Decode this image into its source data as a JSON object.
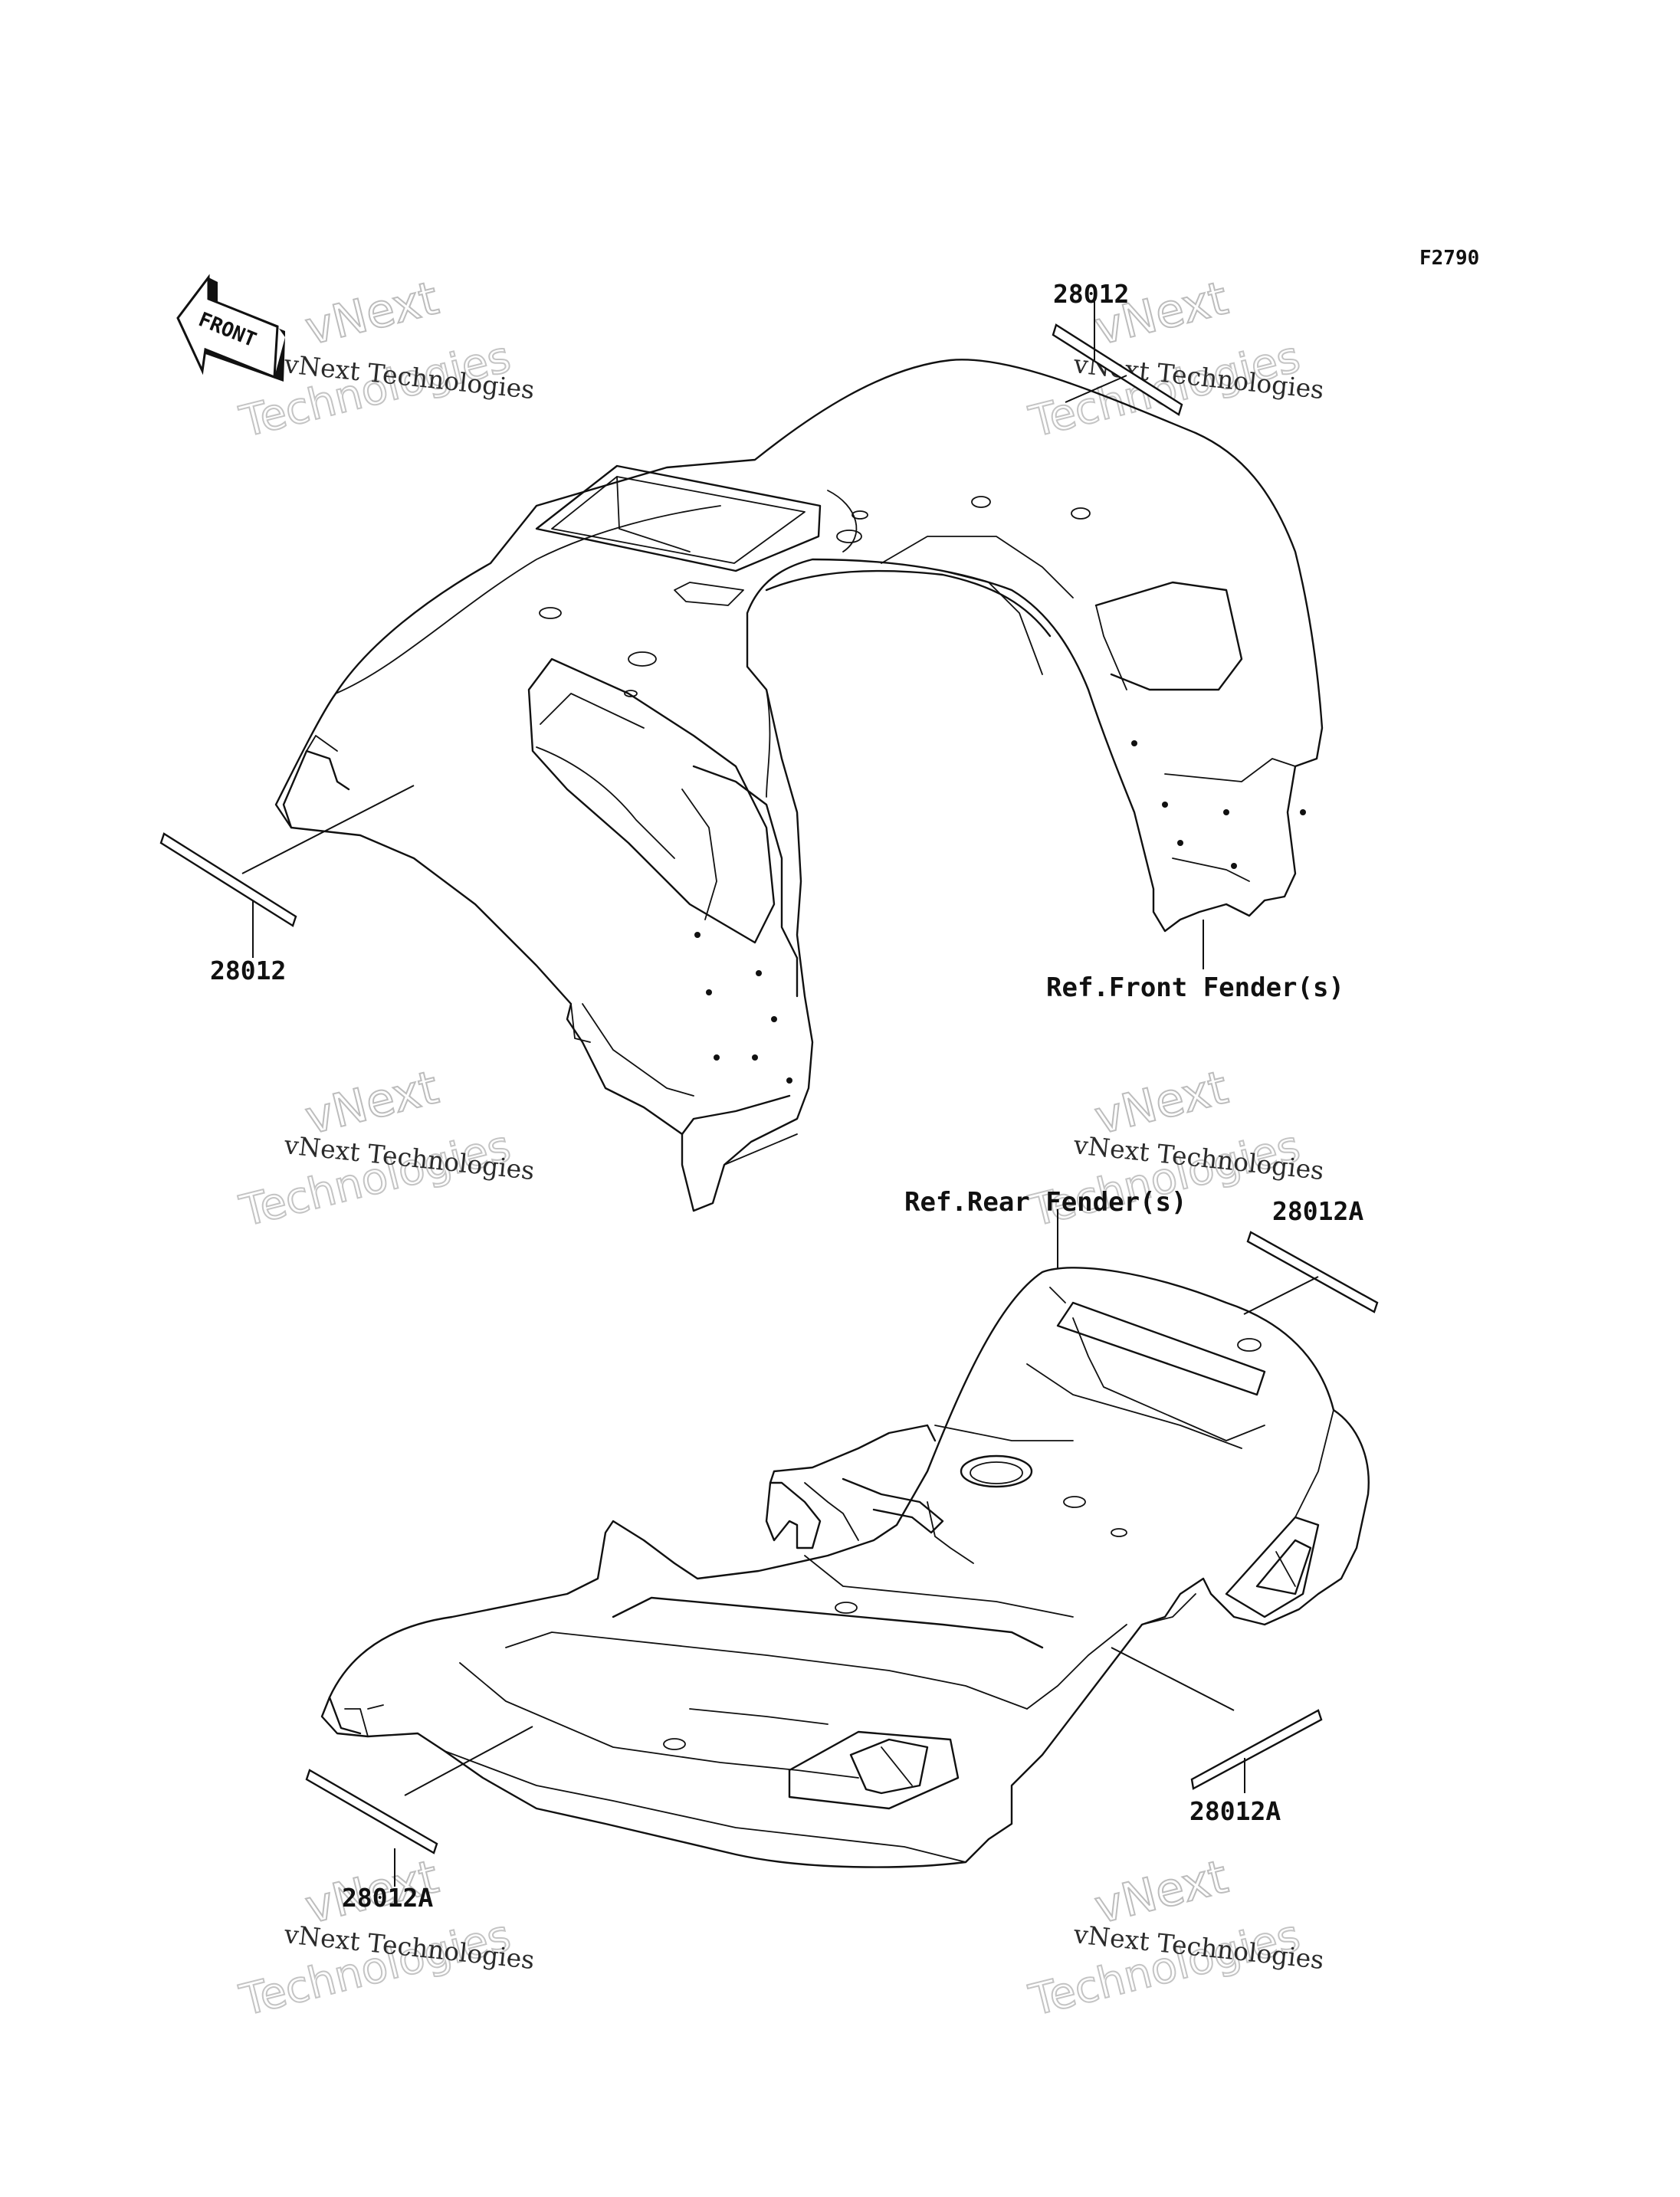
{
  "diagram_code": "F2790",
  "front_arrow": {
    "label": "FRONT"
  },
  "parts": [
    {
      "id": "front-top-decal",
      "label": "28012"
    },
    {
      "id": "front-side-decal",
      "label": "28012"
    },
    {
      "id": "rear-top-decal",
      "label": "28012A"
    },
    {
      "id": "rear-right-decal",
      "label": "28012A"
    },
    {
      "id": "rear-left-decal",
      "label": "28012A"
    }
  ],
  "references": {
    "front_fender": "Ref.Front Fender(s)",
    "rear_fender": "Ref.Rear Fender(s)"
  },
  "watermark": {
    "company": "vNext Technologies",
    "big_top": "vNext",
    "big_bottom": "Technologies"
  }
}
